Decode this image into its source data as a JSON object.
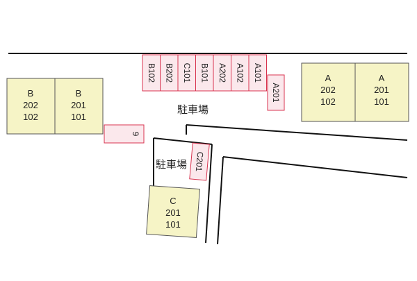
{
  "colors": {
    "building_fill": "#f6f4c6",
    "building_stroke": "#555555",
    "parking_fill": "#fbe8ec",
    "parking_stroke": "#d8334f",
    "line": "#111111"
  },
  "parking_labels": [
    "駐車場",
    "駐車場"
  ],
  "buildings": [
    {
      "id": "b-left",
      "name": "B",
      "rooms": [
        "202",
        "102"
      ]
    },
    {
      "id": "b-right",
      "name": "B",
      "rooms": [
        "201",
        "101"
      ]
    },
    {
      "id": "a-left",
      "name": "A",
      "rooms": [
        "202",
        "102"
      ]
    },
    {
      "id": "a-right",
      "name": "A",
      "rooms": [
        "201",
        "101"
      ]
    },
    {
      "id": "c",
      "name": "C",
      "rooms": [
        "201",
        "101"
      ]
    }
  ],
  "spaces": {
    "top_row": [
      "B102",
      "B202",
      "C101",
      "B101",
      "A202",
      "A102",
      "A101"
    ],
    "a201": "A201",
    "c201": "C201",
    "nine": "9"
  }
}
